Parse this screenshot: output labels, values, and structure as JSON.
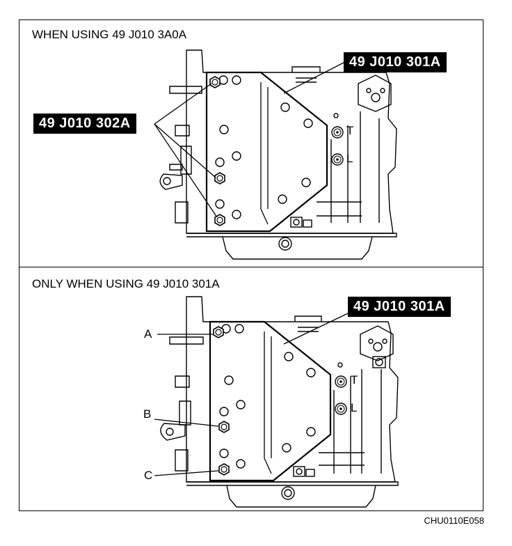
{
  "panels": [
    {
      "heading": "WHEN USING 49 J010 3A0A",
      "tools": [
        "49 J010 301A",
        "49 J010 302A"
      ],
      "marks": [
        "T",
        "L"
      ]
    },
    {
      "heading": "ONLY WHEN USING 49 J010 301A",
      "tools": [
        "49 J010 301A"
      ],
      "marks": [
        "T",
        "L"
      ],
      "callouts": [
        "A",
        "B",
        "C"
      ]
    }
  ],
  "figure_code": "CHU0110E058"
}
